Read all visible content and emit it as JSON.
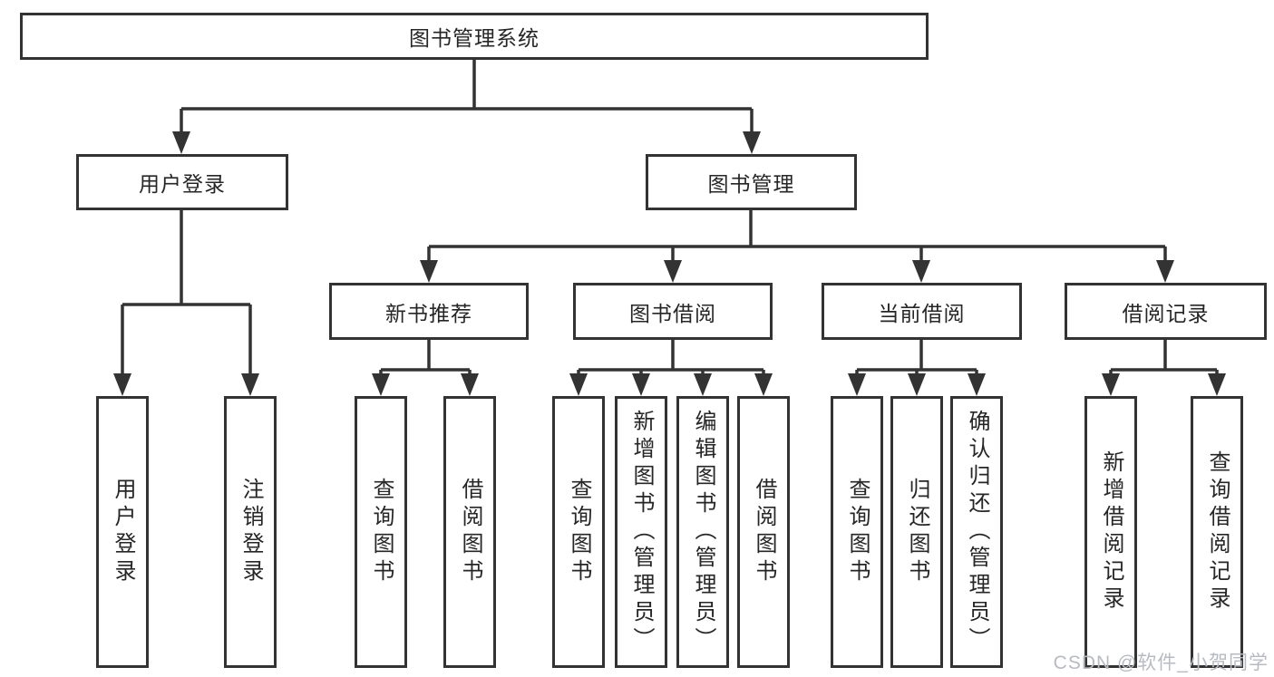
{
  "diagram": {
    "root": {
      "label": "图书管理系统"
    },
    "level2": [
      {
        "label": "用户登录"
      },
      {
        "label": "图书管理"
      }
    ],
    "level3": [
      {
        "label": "新书推荐"
      },
      {
        "label": "图书借阅"
      },
      {
        "label": "当前借阅"
      },
      {
        "label": "借阅记录"
      }
    ],
    "leaves": {
      "login": [
        "用户登录",
        "注销登录"
      ],
      "new_book": [
        "查询图书",
        "借阅图书"
      ],
      "book_borrow": [
        "查询图书",
        "新增图书（管理员）",
        "编辑图书（管理员）",
        "借阅图书"
      ],
      "current_borrow": [
        "查询图书",
        "归还图书",
        "确认归还（管理员）"
      ],
      "borrow_record": [
        "新增借阅记录",
        "查询借阅记录"
      ]
    }
  },
  "watermark": {
    "text": "CSDN @软件_小贺同学"
  },
  "colors": {
    "line": "#333333",
    "box_border": "#333333",
    "box_fill": "#ffffff",
    "text": "#262626",
    "watermark": "#b7bbc1",
    "background": "#ffffff"
  }
}
